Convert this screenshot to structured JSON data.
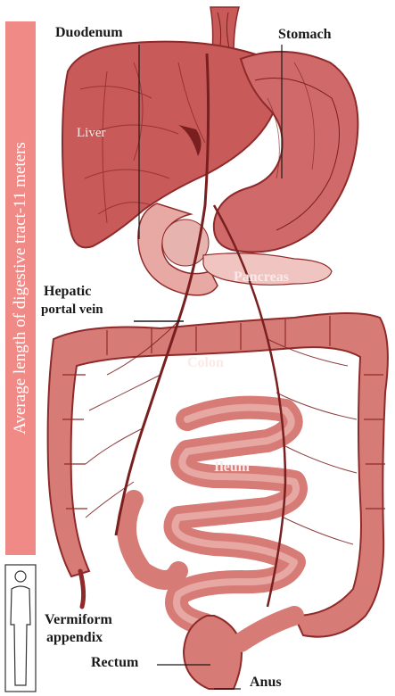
{
  "sidebar": {
    "caption": "Average length of digestive tract-11 meters"
  },
  "labels": {
    "duodenum": "Duodenum",
    "stomach": "Stomach",
    "liver": "Liver",
    "pancreas": "Pancreas",
    "hepatic_portal_vein_line1": "Hepatic",
    "hepatic_portal_vein_line2": "portal vein",
    "colon": "Colon",
    "ileum": "Ileum",
    "vermiform_appendix_line1": "Vermiform",
    "vermiform_appendix_line2": "appendix",
    "rectum": "Rectum",
    "anus": "Anus"
  },
  "colors": {
    "sidebar": "#f08a86",
    "organ_fill": "#c85a5a",
    "organ_dark": "#8f2a2a",
    "organ_light": "#f2c4c0",
    "vessel": "#7a1f1f",
    "text": "#1a1a1a"
  }
}
